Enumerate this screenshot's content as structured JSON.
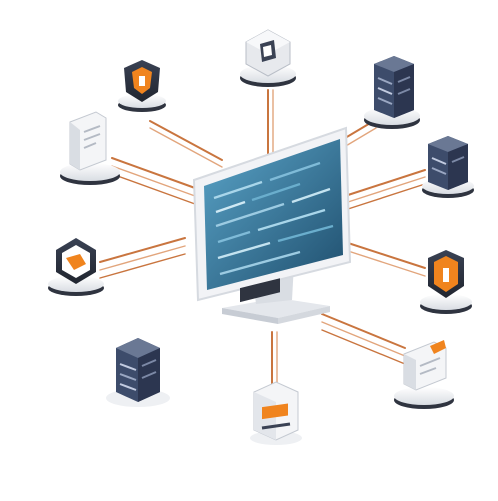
{
  "scene": {
    "kind": "isometric network illustration",
    "colors": {
      "background": "#ffffff",
      "wire": "#c9753f",
      "wire_light": "#e2a57c",
      "monitor_frame": "#f2f3f6",
      "monitor_screen": "#3b7fa6",
      "screen_dark": "#1f4e6d",
      "pad_top": "#eef0f3",
      "pad_dark": "#2f3440",
      "shield_dark": "#2c3340",
      "accent_orange": "#f0841e",
      "server_blue": "#3d4c6b",
      "doc_white": "#f4f5f7"
    },
    "nodes": [
      {
        "id": "hub-top",
        "icon": "cube-hub-icon"
      },
      {
        "id": "shield-top-left",
        "icon": "shield-icon"
      },
      {
        "id": "server-top-right",
        "icon": "server-rack-icon"
      },
      {
        "id": "document-left",
        "icon": "document-icon"
      },
      {
        "id": "server-right",
        "icon": "server-rack-icon"
      },
      {
        "id": "shield-left",
        "icon": "shield-icon"
      },
      {
        "id": "shield-right",
        "icon": "shield-icon"
      },
      {
        "id": "server-bottom-left",
        "icon": "server-rack-icon"
      },
      {
        "id": "folder-bottom-right",
        "icon": "folder-icon"
      },
      {
        "id": "badge-bottom",
        "icon": "badge-icon"
      }
    ]
  }
}
